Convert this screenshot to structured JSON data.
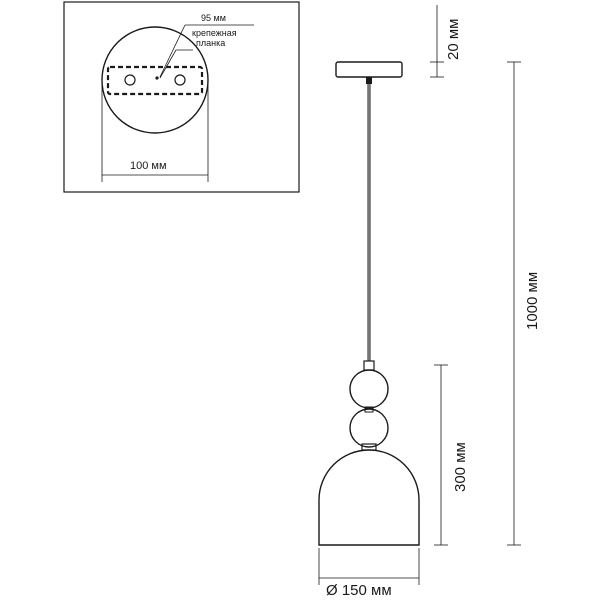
{
  "inset": {
    "bracket_width_label": "95 мм",
    "bracket_name_line1": "крепежная",
    "bracket_name_line2": "планка",
    "canopy_diameter_label": "100 мм"
  },
  "dimensions": {
    "canopy_height": "20 мм",
    "total_height": "1000 мм",
    "shade_height": "300 мм",
    "shade_diameter": "Ø 150 мм"
  }
}
